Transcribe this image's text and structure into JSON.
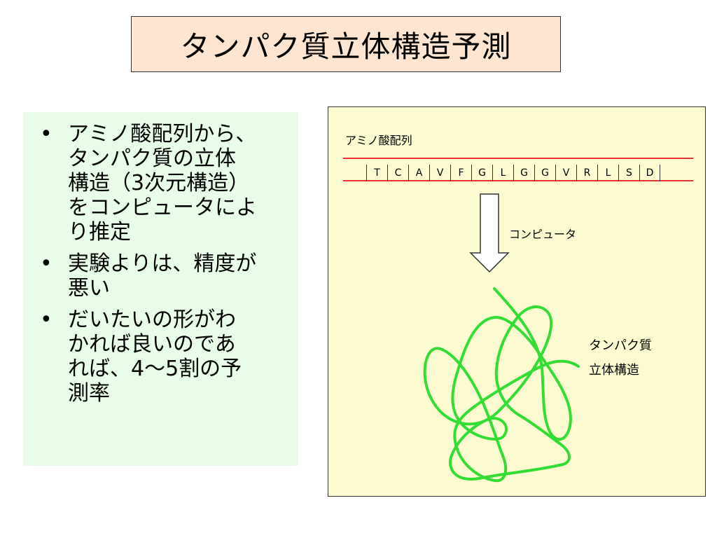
{
  "title": "タンパク質立体構造予測",
  "bullets": [
    "アミノ酸配列から、タンパク質の立体構造（3次元構造）をコンピュータにより推定",
    "実験よりは、精度が悪い",
    "だいたいの形がわかれば良いのであれば、4～5割の予測率"
  ],
  "bullet_lines": [
    [
      "アミノ酸配列から、",
      "タンパク質の立体",
      "構造（3次元構造）",
      "をコンピュータによ",
      "り推定"
    ],
    [
      "実験よりは、精度が",
      "悪い"
    ],
    [
      "だいたいの形がわ",
      "かれば良いのであ",
      "れば、4～5割の予",
      "測率"
    ]
  ],
  "diagram": {
    "sequence_label": "アミノ酸配列",
    "sequence": [
      "T",
      "C",
      "A",
      "V",
      "F",
      "G",
      "L",
      "G",
      "G",
      "V",
      "R",
      "L",
      "S",
      "D"
    ],
    "arrow_label": "コンピュータ",
    "structure_label_1": "タンパク質",
    "structure_label_2": "立体構造",
    "colors": {
      "sequence_line": "#e53030",
      "structure": "#33dd33",
      "arrow": "#333333"
    }
  }
}
